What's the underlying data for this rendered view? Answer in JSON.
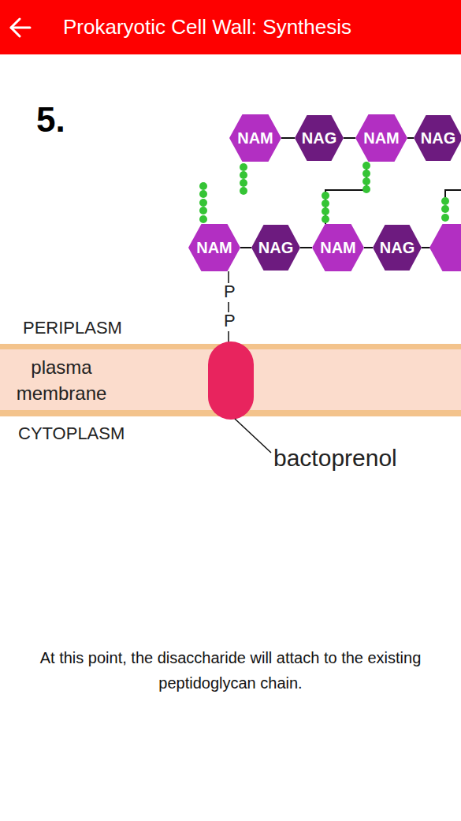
{
  "diagram": {
    "title": "Prokaryotic Cell Wall: Synthesis",
    "caption": "At this point, the disaccharide will attach to the existing peptidoglycan chain.",
    "nodes": [
      {
        "text": [
          "NAM"
        ]
      },
      {
        "text": [
          "NAG"
        ]
      },
      {
        "text": [
          "NAM"
        ]
      },
      {
        "text": [
          "NAG"
        ]
      },
      {
        "text": [
          "NAM"
        ]
      },
      {
        "text": [
          "NAG"
        ]
      },
      {
        "text": [
          "NAM"
        ]
      },
      {
        "text": [
          "NAG"
        ]
      },
      {
        "text": [
          "plasma membrane"
        ]
      }
    ],
    "edges": [
      {
        "from": 0,
        "to": 1,
        "arrow": "none"
      },
      {
        "from": 1,
        "to": 2,
        "arrow": "none"
      },
      {
        "from": 2,
        "to": 3,
        "arrow": "none"
      },
      {
        "from": 4,
        "to": 5,
        "arrow": "none"
      },
      {
        "from": 5,
        "to": 6,
        "arrow": "none"
      },
      {
        "from": 6,
        "to": 7,
        "arrow": "none"
      },
      {
        "from": 2,
        "to": 6,
        "arrow": "none"
      }
    ],
    "labels": [
      "5.",
      "P",
      "P",
      "PERIPLASM",
      "CYTOPLASM",
      "bactoprenol"
    ]
  }
}
